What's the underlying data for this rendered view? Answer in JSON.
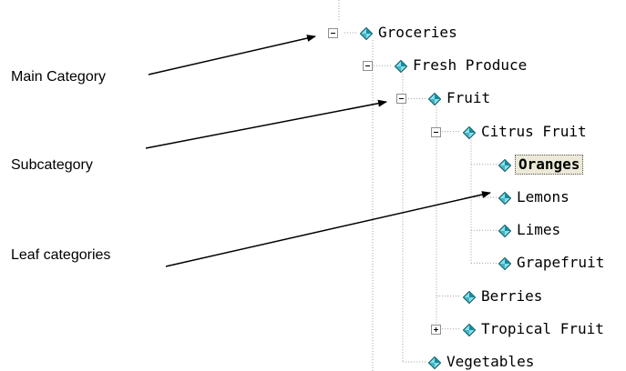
{
  "tree": {
    "nodes": [
      {
        "id": "groceries",
        "label": "Groceries",
        "toggle": "minus"
      },
      {
        "id": "fresh-produce",
        "label": "Fresh Produce",
        "toggle": "minus"
      },
      {
        "id": "fruit",
        "label": "Fruit",
        "toggle": "minus"
      },
      {
        "id": "citrus-fruit",
        "label": "Citrus Fruit",
        "toggle": "minus"
      },
      {
        "id": "oranges",
        "label": "Oranges",
        "toggle": "none",
        "selected": true
      },
      {
        "id": "lemons",
        "label": "Lemons",
        "toggle": "none"
      },
      {
        "id": "limes",
        "label": "Limes",
        "toggle": "none"
      },
      {
        "id": "grapefruit",
        "label": "Grapefruit",
        "toggle": "none"
      },
      {
        "id": "berries",
        "label": "Berries",
        "toggle": "none"
      },
      {
        "id": "tropical-fruit",
        "label": "Tropical Fruit",
        "toggle": "plus"
      },
      {
        "id": "vegetables",
        "label": "Vegetables",
        "toggle": "none"
      }
    ],
    "icon": "diamond-node-icon",
    "colors": {
      "icon_light": "#7fe3ee",
      "icon_dark": "#1a8a9a",
      "icon_outline": "#0b4b57",
      "connector": "#a0a0a0",
      "selected_bg": "#ece9d8"
    }
  },
  "annotations": {
    "main_category": "Main Category",
    "subcategory": "Subcategory",
    "leaf_categories": "Leaf categories"
  }
}
